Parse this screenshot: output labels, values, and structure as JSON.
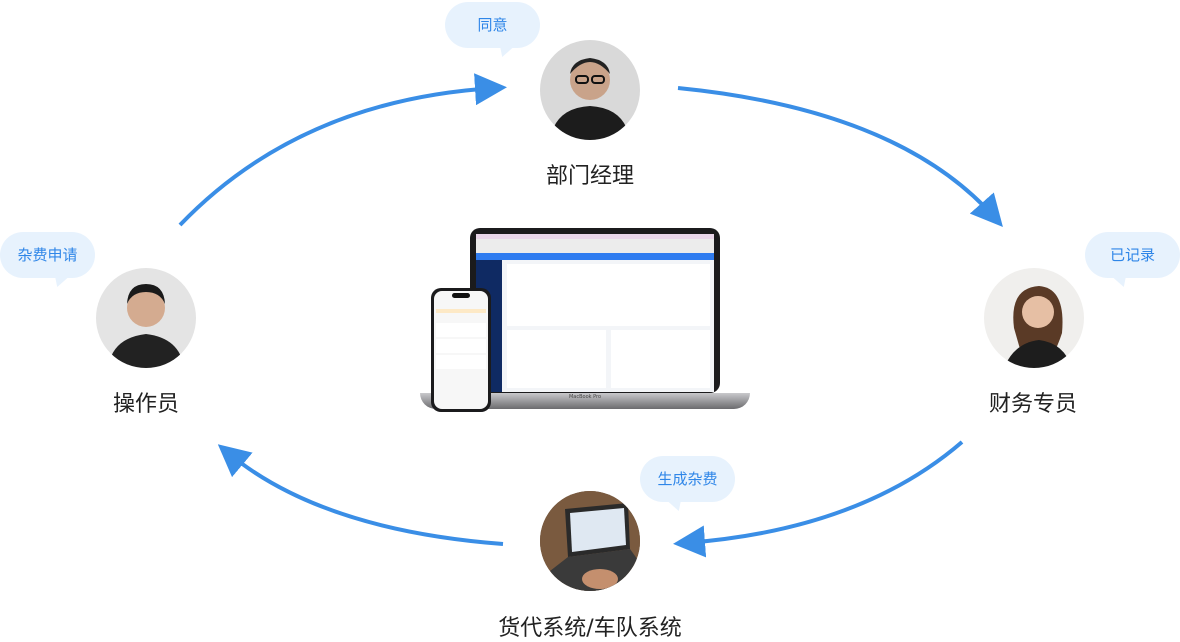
{
  "nodes": {
    "manager": {
      "label": "部门经理",
      "bubble": "同意"
    },
    "operator": {
      "label": "操作员",
      "bubble": "杂费申请"
    },
    "finance": {
      "label": "财务专员",
      "bubble": "已记录"
    },
    "system": {
      "label": "货代系统/车队系统",
      "bubble": "生成杂费"
    }
  },
  "device": {
    "laptop_brand": "MacBook Pro"
  },
  "colors": {
    "arrow": "#3a8ee6",
    "bubble_bg": "#e7f2fd",
    "bubble_text": "#2f86e8"
  }
}
